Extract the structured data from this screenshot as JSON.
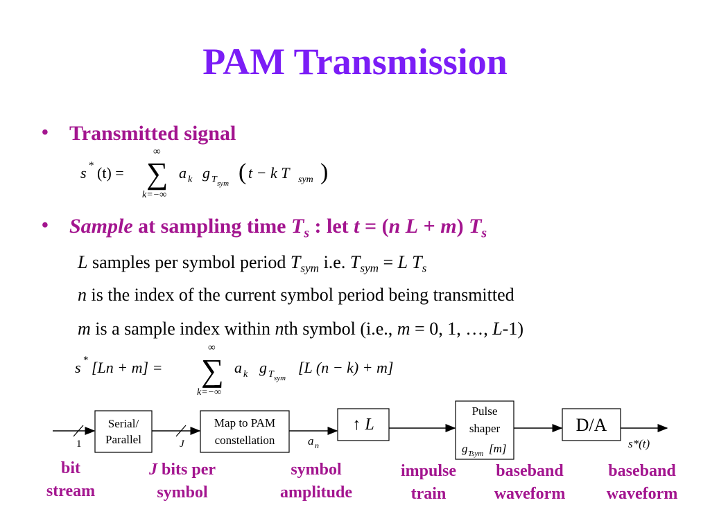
{
  "title": "PAM Transmission",
  "bullets": [
    {
      "marker": "•",
      "text": "Transmitted signal"
    },
    {
      "marker": "•",
      "parts": [
        "Sample",
        " at sampling time ",
        "T",
        "s",
        " : let ",
        "t",
        " = (",
        "n L",
        " + ",
        "m",
        ") ",
        "T",
        "s"
      ]
    }
  ],
  "equation1": {
    "lhs": "s",
    "star": "*",
    "t": "(t) =",
    "sum_top": "∞",
    "sum_sym": "∑",
    "sum_bottom": "k=−∞",
    "a": "a",
    "k": "k",
    "g": "g",
    "Tsym": "T",
    "sym": "sym",
    "arg": "t − k T"
  },
  "lines": {
    "l1": {
      "a": "L",
      "b": " samples per symbol period ",
      "c": "T",
      "d": "sym",
      "e": " i.e. ",
      "f": "T",
      "g": "sym",
      "h": " = ",
      "i": "L T",
      "j": "s"
    },
    "l2": {
      "a": "n",
      "b": " is the index of the current symbol period being transmitted"
    },
    "l3": {
      "a": "m",
      "b": " is a sample index within ",
      "c": "n",
      "d": "th symbol (i.e., ",
      "e": "m",
      "f": " = 0, 1, …, ",
      "g": "L",
      "h": "-1)"
    }
  },
  "equation2": {
    "lhs": "s",
    "star": "*",
    "arg": "[Ln + m] =",
    "sum_top": "∞",
    "sum_sym": "∑",
    "sum_bottom": "k=−∞",
    "a": "a",
    "k": "k",
    "g": "g",
    "Tsym": "T",
    "sym": "sym",
    "rhs": "[L (n − k) + m]"
  },
  "diagram": {
    "blocks": {
      "serial_parallel": [
        "Serial/",
        "Parallel"
      ],
      "map_pam": [
        "Map to PAM",
        "constellation"
      ],
      "upsample": "↑ L",
      "pulse_shaper": [
        "Pulse",
        "shaper",
        "g",
        "Tsym",
        "[m]"
      ],
      "da": "D/A"
    },
    "signals": {
      "bit_count": "1",
      "j": "J",
      "an": "a",
      "n": "n",
      "out": "s*(t)"
    }
  },
  "labels": {
    "bit_stream": [
      "bit",
      "stream"
    ],
    "j_bits": [
      "J",
      " bits per",
      "symbol"
    ],
    "symbol_amplitude": [
      "symbol",
      "amplitude"
    ],
    "impulse_train": [
      "impulse",
      "train"
    ],
    "baseband1": [
      "baseband",
      "waveform"
    ],
    "baseband2": [
      "baseband",
      "waveform"
    ]
  },
  "colors": {
    "title": "#7b1df6",
    "bullet": "#a3158f",
    "text": "#000000"
  }
}
